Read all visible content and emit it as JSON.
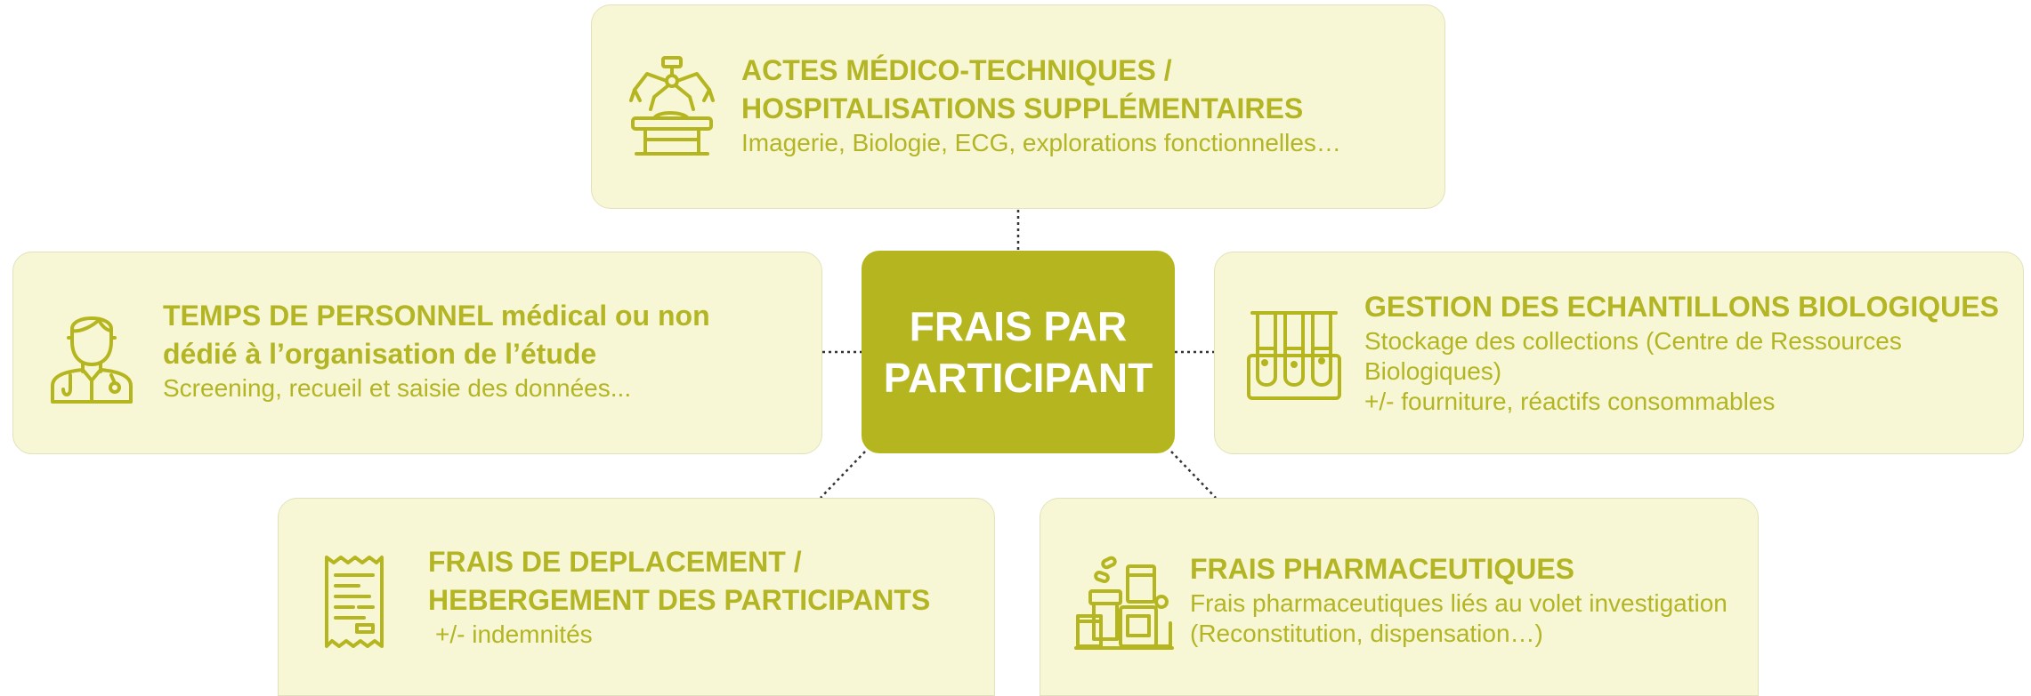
{
  "colors": {
    "accent": "#b5b61f",
    "card_fill": "#f7f7d6",
    "card_border": "#e1e1bd",
    "text": "#b3b524",
    "connector": "#333333"
  },
  "center": {
    "line1": "FRAIS PAR",
    "line2": "PARTICIPANT"
  },
  "cards": {
    "actes": {
      "icon": "surgical-robot-icon",
      "title_line1": "ACTES MÉDICO-TECHNIQUES /",
      "title_line2": "HOSPITALISATIONS SUPPLÉMENTAIRES",
      "subtitle": "Imagerie, Biologie, ECG, explorations fonctionnelles…"
    },
    "temps": {
      "icon": "doctor-icon",
      "title_line1": "TEMPS DE PERSONNEL médical ou non",
      "title_line2": "dédié à l’organisation de l’étude",
      "subtitle": "Screening, recueil et saisie des données..."
    },
    "gestion": {
      "icon": "test-tubes-icon",
      "title_line1": "GESTION DES ECHANTILLONS BIOLOGIQUES",
      "subtitle_line1": "Stockage des collections (Centre de Ressources",
      "subtitle_line2": "Biologiques)",
      "subtitle_line3": "+/- fourniture, réactifs consommables"
    },
    "deplacement": {
      "icon": "receipt-icon",
      "title_line1": "FRAIS DE DEPLACEMENT /",
      "title_line2": "HEBERGEMENT DES PARTICIPANTS",
      "subtitle": "+/- indemnités"
    },
    "pharma": {
      "icon": "pharmacy-icon",
      "title_line1": "FRAIS PHARMACEUTIQUES",
      "subtitle_line1": "Frais pharmaceutiques liés au volet investigation",
      "subtitle_line2": "(Reconstitution, dispensation…)"
    }
  }
}
